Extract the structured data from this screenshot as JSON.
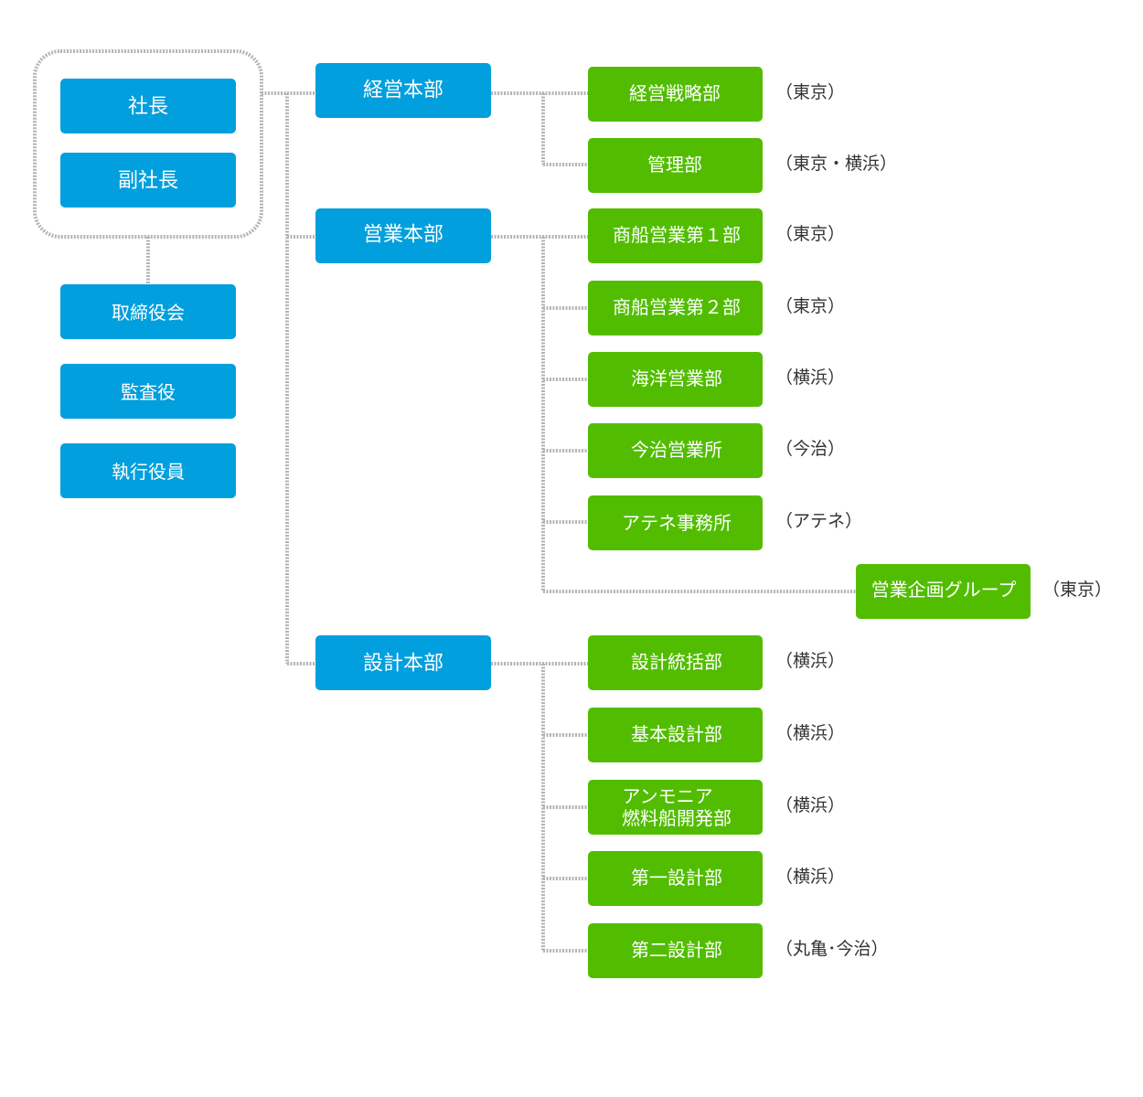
{
  "executives": {
    "president": "社長",
    "vice_president": "副社長",
    "board": "取締役会",
    "auditor": "監査役",
    "officers": "執行役員"
  },
  "headquarters": [
    {
      "name": "経営本部",
      "departments": [
        {
          "name": "経営戦略部",
          "location": "（東京）"
        },
        {
          "name": "管理部",
          "location": "（東京・横浜）"
        }
      ]
    },
    {
      "name": "営業本部",
      "departments": [
        {
          "name": "商船営業第１部",
          "location": "（東京）"
        },
        {
          "name": "商船営業第２部",
          "location": "（東京）"
        },
        {
          "name": "海洋営業部",
          "location": "（横浜）"
        },
        {
          "name": "今治営業所",
          "location": "（今治）"
        },
        {
          "name": "アテネ事務所",
          "location": "（アテネ）"
        },
        {
          "name": "営業企画グループ",
          "location": "（東京）"
        }
      ]
    },
    {
      "name": "設計本部",
      "departments": [
        {
          "name": "設計統括部",
          "location": "（横浜）"
        },
        {
          "name": "基本設計部",
          "location": "（横浜）"
        },
        {
          "name_line1": "アンモニア",
          "name_line2": "燃料船開発部",
          "location": "（横浜）"
        },
        {
          "name": "第一設計部",
          "location": "（横浜）"
        },
        {
          "name": "第二設計部",
          "location": "（丸亀･今治）"
        }
      ]
    }
  ],
  "colors": {
    "executive_box": "#019fdd",
    "department_box": "#52bd00",
    "connector": "#b4b4b4"
  }
}
